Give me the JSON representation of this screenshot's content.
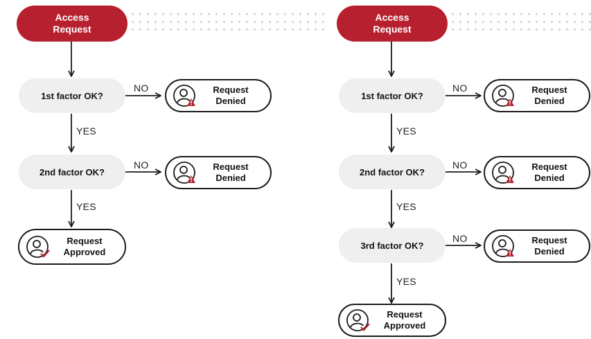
{
  "colors": {
    "start_fill": "#b7202e",
    "decision_fill": "#efefef",
    "outline": "#1a1a1a",
    "warning": "#b7202e",
    "check": "#b7202e"
  },
  "icons": {
    "denied": "user-warning-icon",
    "approved": "user-check-icon"
  },
  "left_flow": {
    "start": {
      "line1": "Access",
      "line2": "Request"
    },
    "decisions": [
      {
        "label": "1st factor OK?",
        "no_label": "NO",
        "yes_label": "YES",
        "denied": {
          "line1": "Request",
          "line2": "Denied"
        }
      },
      {
        "label": "2nd factor OK?",
        "no_label": "NO",
        "yes_label": "YES",
        "denied": {
          "line1": "Request",
          "line2": "Denied"
        }
      }
    ],
    "approved": {
      "line1": "Request",
      "line2": "Approved"
    }
  },
  "right_flow": {
    "start": {
      "line1": "Access",
      "line2": "Request"
    },
    "decisions": [
      {
        "label": "1st factor OK?",
        "no_label": "NO",
        "yes_label": "YES",
        "denied": {
          "line1": "Request",
          "line2": "Denied"
        }
      },
      {
        "label": "2nd factor OK?",
        "no_label": "NO",
        "yes_label": "YES",
        "denied": {
          "line1": "Request",
          "line2": "Denied"
        }
      },
      {
        "label": "3rd factor OK?",
        "no_label": "NO",
        "yes_label": "YES",
        "denied": {
          "line1": "Request",
          "line2": "Denied"
        }
      }
    ],
    "approved": {
      "line1": "Request",
      "line2": "Approved"
    }
  }
}
